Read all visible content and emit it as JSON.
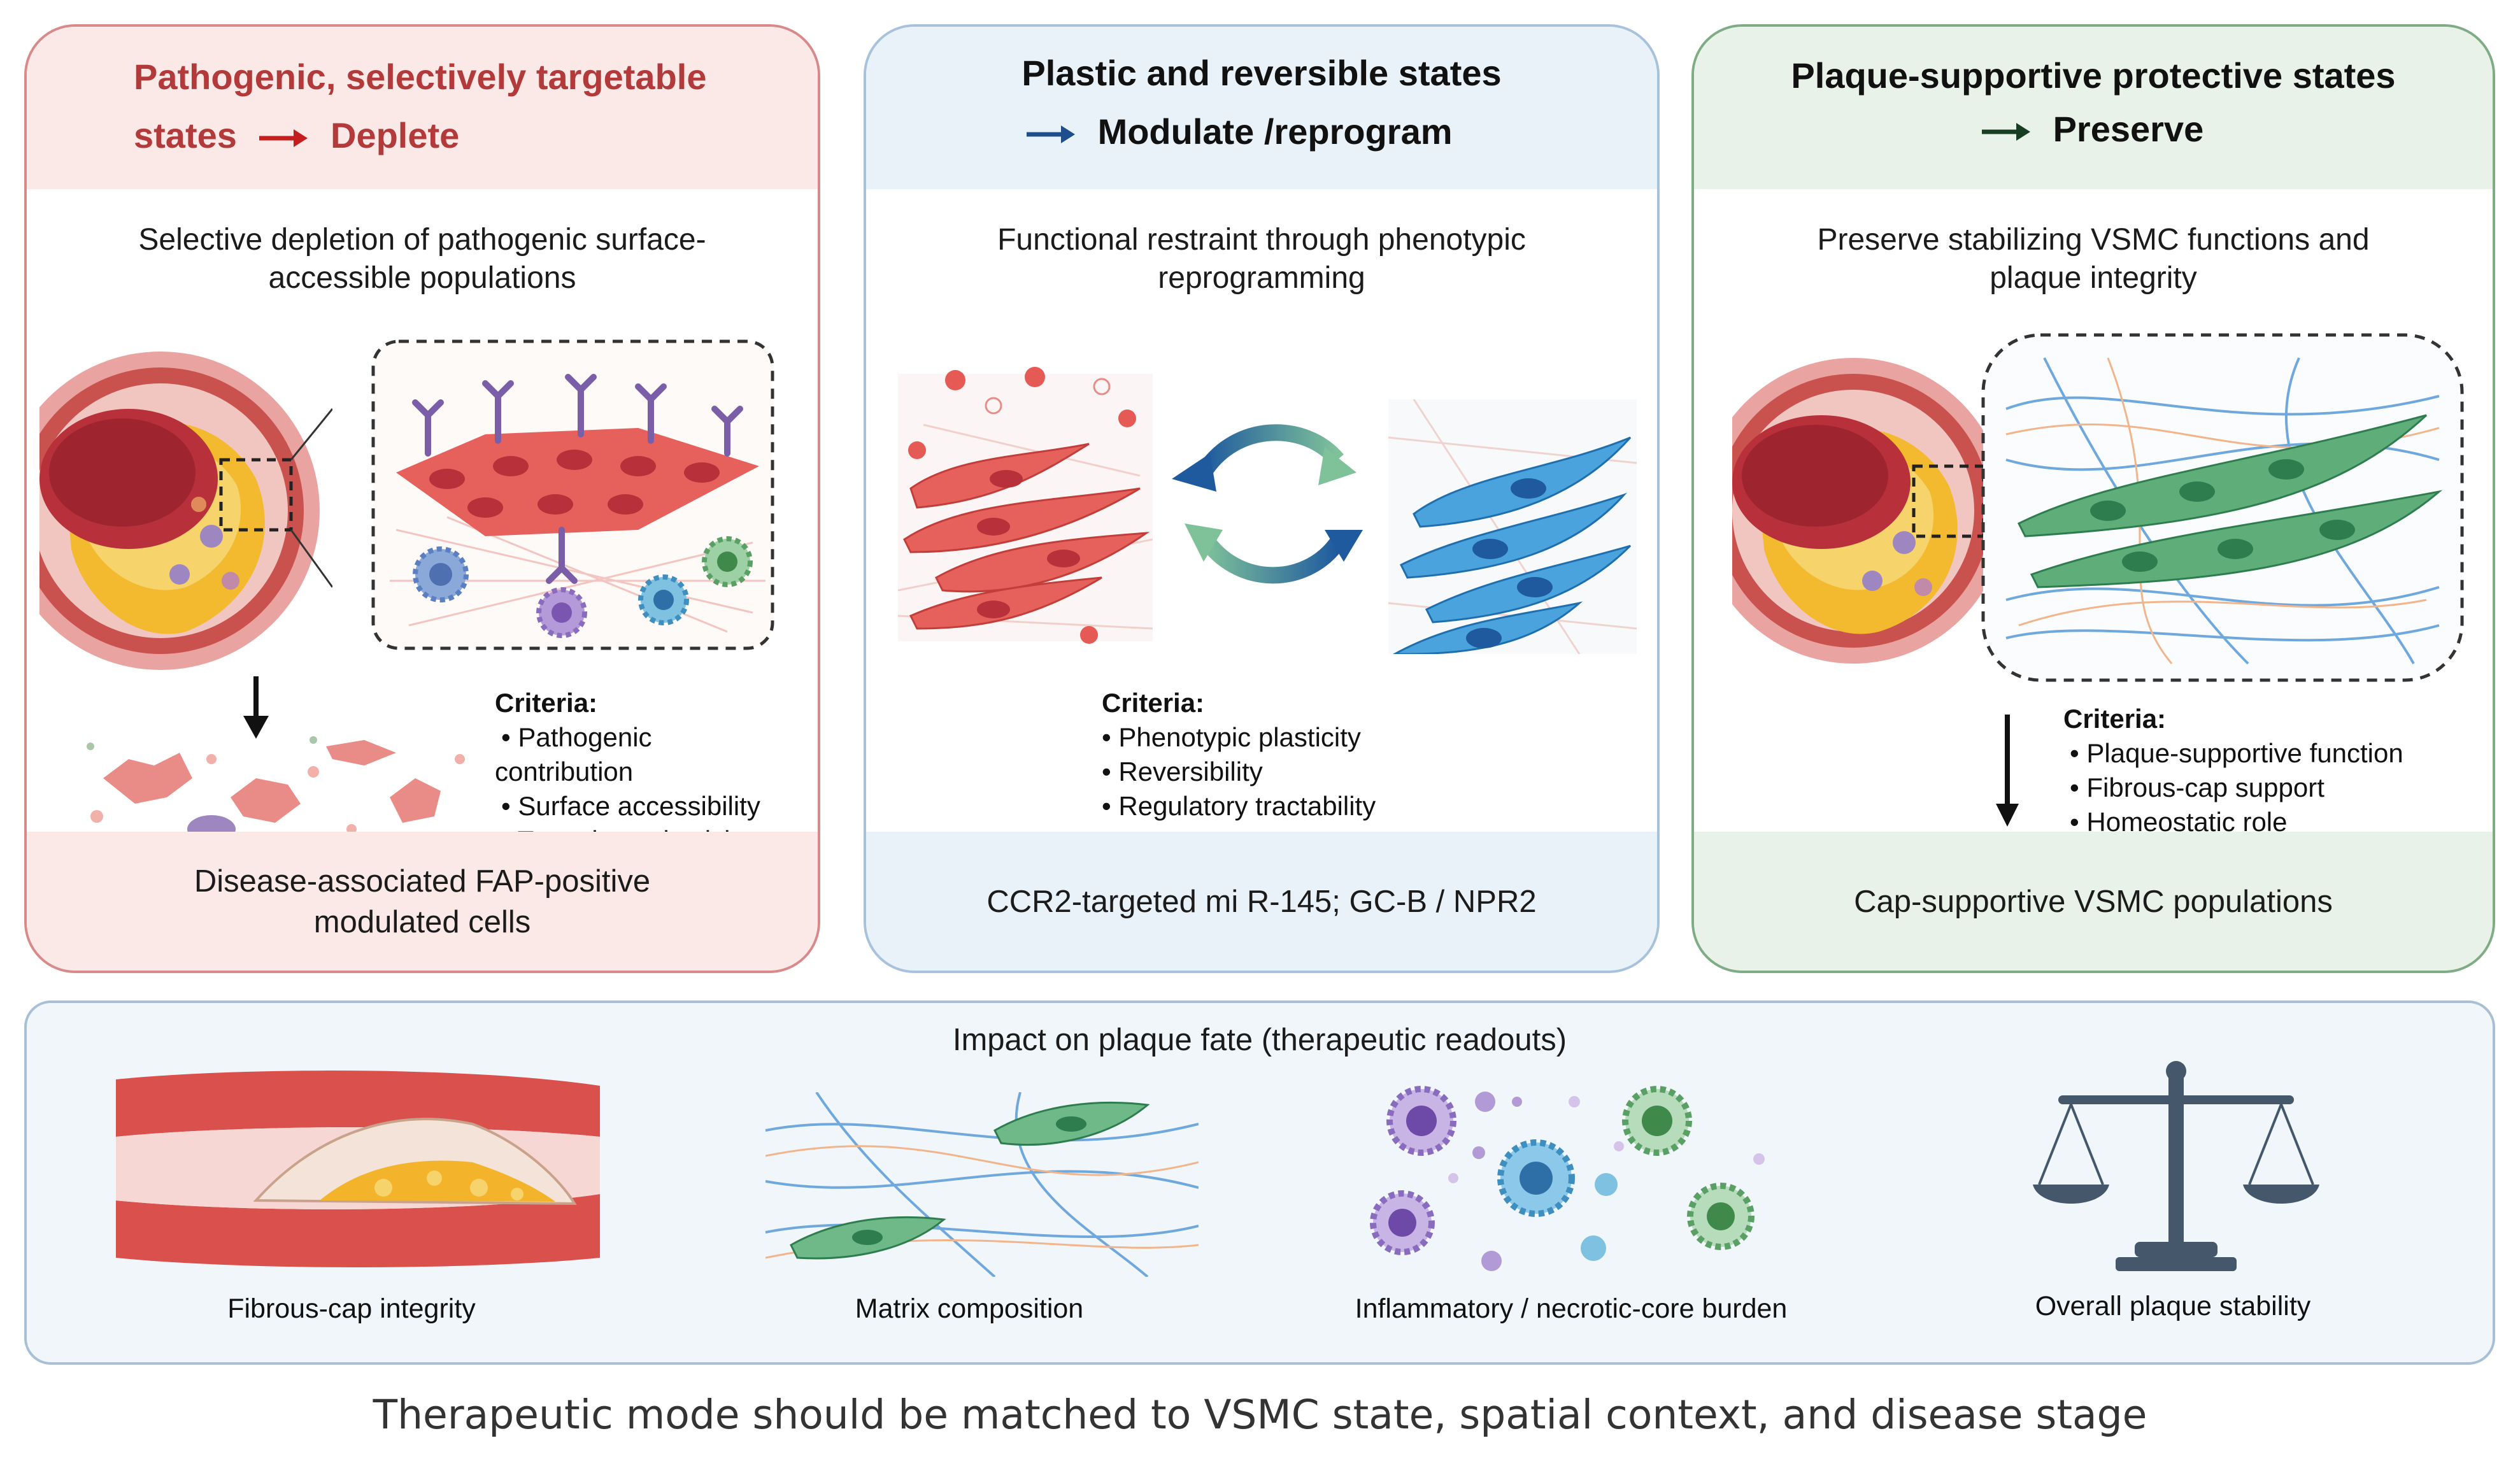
{
  "panels": {
    "pathogenic": {
      "title_line1": "Pathogenic, selectively targetable",
      "title_line2_a": "states",
      "title_line2_b": "Deplete",
      "subtitle_line1": "Selective depletion of pathogenic surface-",
      "subtitle_line2": "accessible populations",
      "criteria_title": "Criteria:",
      "criteria": [
        "• Pathogenic",
        "contribution",
        "• Surface accessibility",
        "• Targeting selectivity"
      ],
      "footer_line1": "Disease-associated FAP-positive",
      "footer_line2": "modulated cells",
      "accent": "#b23a3a"
    },
    "plastic": {
      "title_line1": "Plastic and reversible states",
      "title_line2": "Modulate /reprogram",
      "subtitle_line1": "Functional restraint through phenotypic",
      "subtitle_line2": "reprogramming",
      "criteria_title": "Criteria:",
      "criteria": [
        "• Phenotypic plasticity",
        "• Reversibility",
        "• Regulatory tractability"
      ],
      "footer": "CCR2-targeted mi R-145; GC-B / NPR2",
      "accent": "#1f4e8c"
    },
    "protective": {
      "title_line1": "Plaque-supportive protective states",
      "title_line2": "Preserve",
      "subtitle_line1": "Preserve stabilizing VSMC functions and",
      "subtitle_line2": "plaque integrity",
      "criteria_title": "Criteria:",
      "criteria": [
        "• Plaque-supportive function",
        "• Fibrous-cap support",
        "• Homeostatic role"
      ],
      "footer": "Cap-supportive VSMC populations",
      "accent": "#2e7d4f"
    }
  },
  "impact": {
    "title": "Impact on plaque fate (therapeutic readouts)",
    "readouts": [
      "Fibrous-cap integrity",
      "Matrix composition",
      "Inflammatory / necrotic-core burden",
      "Overall plaque stability"
    ]
  },
  "caption": "Therapeutic mode should be matched to VSMC state, spatial context, and disease stage"
}
